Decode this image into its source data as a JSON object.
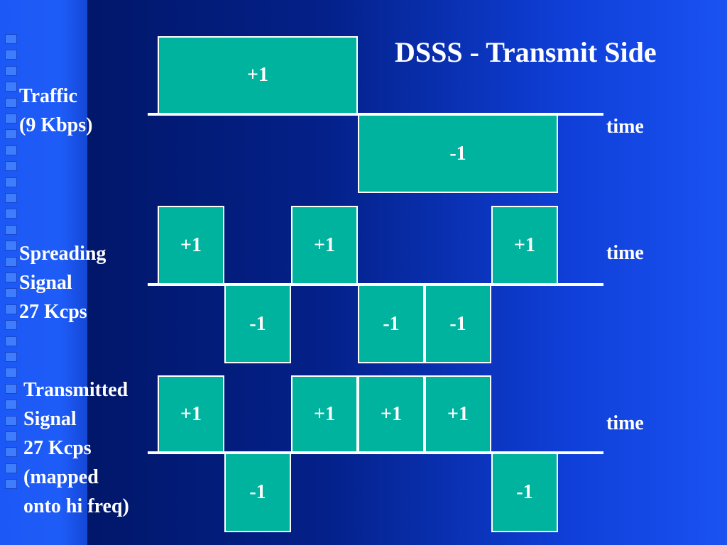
{
  "title": "DSSS - Transmit Side",
  "time_label": "time",
  "rows": [
    {
      "name": "traffic",
      "label_lines": [
        "Traffic",
        "(9 Kbps)"
      ],
      "pulses": [
        {
          "value": "+1",
          "level": 1
        },
        {
          "value": "-1",
          "level": -1
        }
      ]
    },
    {
      "name": "spreading",
      "label_lines": [
        "Spreading",
        "Signal",
        "27 Kcps"
      ],
      "chips": [
        "+1",
        "-1",
        "+1",
        "-1",
        "-1",
        "+1"
      ]
    },
    {
      "name": "transmitted",
      "label_lines": [
        "Transmitted",
        "Signal",
        "27 Kcps",
        "(mapped",
        "onto hi freq)"
      ],
      "chips": [
        "+1",
        "-1",
        "+1",
        "+1",
        "+1",
        "-1"
      ]
    }
  ],
  "colors": {
    "pulse_fill": "#00b39e",
    "pulse_border": "#ffffff",
    "background": "#0a2a8c",
    "text": "#ffffff"
  }
}
